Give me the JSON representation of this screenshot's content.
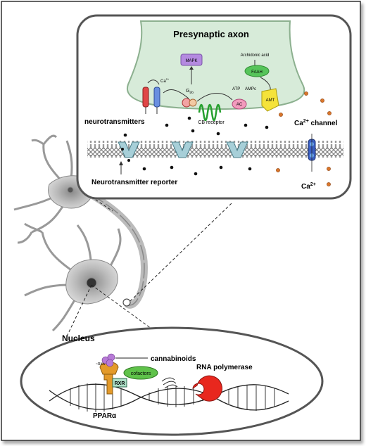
{
  "presynaptic": {
    "title": "Presynaptic axon",
    "mapk": "MAPK",
    "arachidonic_acid": "Archidonic acid",
    "faah": "FAAH",
    "ca2_in": "Ca",
    "ca2_in_sup": "2+",
    "gio_prefix": "G",
    "gio_sub": "i/o",
    "cb_receptor": "CB receptor",
    "atp": "ATP",
    "amp": "AMPc",
    "ac": "AC",
    "amt": "AMT",
    "neurotransmitters": "neurotransmitters",
    "ca_channel": "Ca",
    "ca_channel_sup": "2+",
    "ca_channel_suffix": " channel",
    "nt_reporter": "Neurotransmitter reporter",
    "ca_out": "Ca",
    "ca_out_sup": "2+"
  },
  "nucleus": {
    "title": "Nucleus",
    "cannabinoids": "cannabinoids",
    "cofactors": "cofactors",
    "rxr": "RXR",
    "rna_polymerase": "RNA polymerase",
    "ppar": "PPARα"
  },
  "colors": {
    "panel_border": "#555555",
    "axon_fill": "#d7ebd9",
    "mapk": "#b48ae0",
    "faah": "#56c45a",
    "amt": "#f5e33a",
    "ac": "#f29bbd",
    "transporter": "#a7cfd8",
    "ca_dot": "#d9762b",
    "rna_pol": "#e8271e",
    "ppar": "#e39a2a",
    "cofactor": "#5fc24a",
    "cannabinoid": "#b77ad6"
  }
}
